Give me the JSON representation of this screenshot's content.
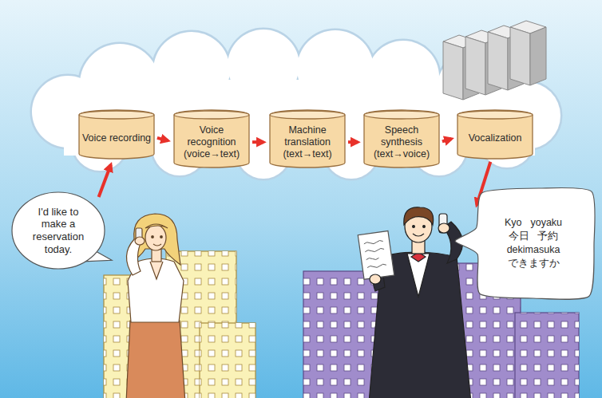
{
  "diagram": {
    "nodes": [
      {
        "text": [
          "Voice recording"
        ]
      },
      {
        "text": [
          "Voice recognition (voice→text)"
        ]
      },
      {
        "text": [
          "Machine translation (text→text)"
        ]
      },
      {
        "text": [
          "Speech synthesis (text→voice)"
        ]
      },
      {
        "text": [
          "Vocalization"
        ]
      },
      {
        "text": [
          "I'd like to make a reservation today."
        ]
      },
      {
        "text": [
          "Kyo yoyaku",
          "今日 予約",
          "dekimasuka",
          "できますか"
        ]
      }
    ],
    "edges": [
      {
        "from": 5,
        "to": 0,
        "arrow": "to"
      },
      {
        "from": 0,
        "to": 1,
        "arrow": "to"
      },
      {
        "from": 1,
        "to": 2,
        "arrow": "to"
      },
      {
        "from": 2,
        "to": 3,
        "arrow": "to"
      },
      {
        "from": 3,
        "to": 4,
        "arrow": "to"
      },
      {
        "from": 4,
        "to": 6,
        "arrow": "to"
      }
    ]
  }
}
